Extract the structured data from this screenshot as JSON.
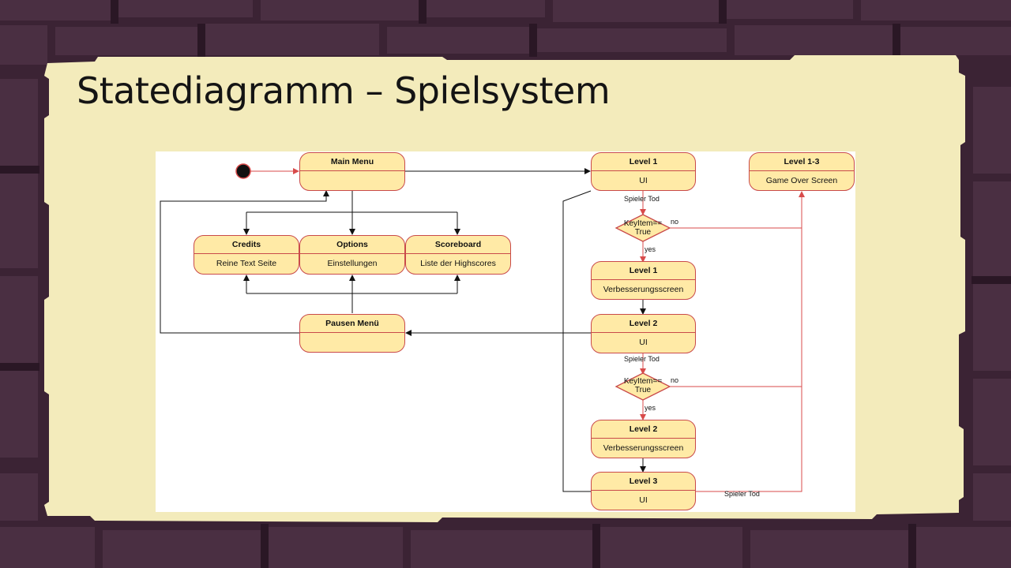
{
  "slide": {
    "title": "Statediagramm – Spielsystem"
  },
  "colors": {
    "frame": "#f3ebbb",
    "wall": "#3a2233",
    "state_fill": "#ffeaa6",
    "state_border": "#c94a4a",
    "arrow_red": "#d84b4b",
    "arrow_black": "#111111"
  },
  "states": {
    "main_menu": {
      "name": "Main Menu",
      "body": ""
    },
    "credits": {
      "name": "Credits",
      "body": "Reine Text Seite"
    },
    "options": {
      "name": "Options",
      "body": "Einstellungen"
    },
    "scoreboard": {
      "name": "Scoreboard",
      "body": "Liste der Highscores"
    },
    "pause_menu": {
      "name": "Pausen Menü",
      "body": ""
    },
    "level1_ui": {
      "name": "Level 1",
      "body": "UI"
    },
    "game_over": {
      "name": "Level 1-3",
      "body": "Game Over Screen"
    },
    "level1_upgrade": {
      "name": "Level 1",
      "body": "Verbesserungsscreen"
    },
    "level2_ui": {
      "name": "Level 2",
      "body": "UI"
    },
    "level2_upgrade": {
      "name": "Level 2",
      "body": "Verbesserungsscreen"
    },
    "level3_ui": {
      "name": "Level 3",
      "body": "UI"
    }
  },
  "decisions": {
    "d1": {
      "line1": "KeyItem==",
      "line2": "True"
    },
    "d2": {
      "line1": "KeyItem==",
      "line2": "True"
    }
  },
  "edge_labels": {
    "spieler_tod_1": "Spieler Tod",
    "spieler_tod_2": "Spieler Tod",
    "spieler_tod_3": "Spieler Tod",
    "no_1": "no",
    "no_2": "no",
    "yes_1": "yes",
    "yes_2": "yes"
  }
}
